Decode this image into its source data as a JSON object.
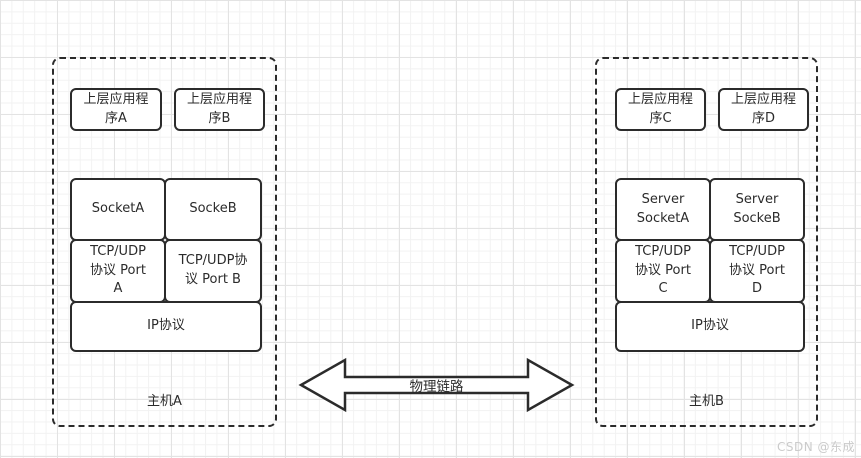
{
  "hosts": [
    {
      "name": "主机A",
      "apps": [
        "上层应用程序A",
        "上层应用程序B"
      ],
      "sockets": [
        "SocketA",
        "SockeB"
      ],
      "ports": [
        "TCP/UDP协议 Port A",
        "TCP/UDP协议 Port B"
      ],
      "ip": "IP协议"
    },
    {
      "name": "主机B",
      "apps": [
        "上层应用程序C",
        "上层应用程序D"
      ],
      "sockets": [
        "Server SocketA",
        "Server SockeB"
      ],
      "ports": [
        "TCP/UDP协议 Port C",
        "TCP/UDP协议 Port D"
      ],
      "ip": "IP协议"
    }
  ],
  "link": {
    "label": "物理链路"
  },
  "watermark": "CSDN @东成",
  "colors": {
    "stroke": "#2b2b2b",
    "fill": "#ffffff",
    "grid_minor": "#f2f2f2",
    "grid_major": "#e3e3e3",
    "watermark": "#cbcbcb"
  }
}
